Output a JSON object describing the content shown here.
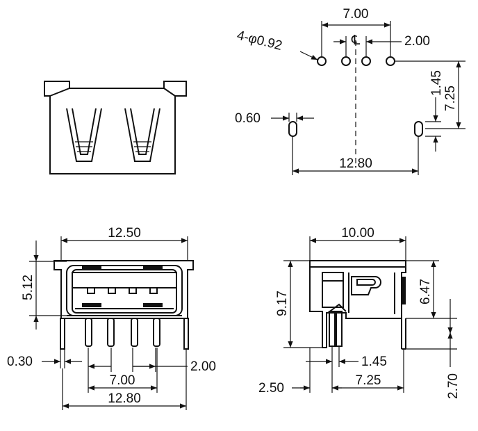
{
  "top_view": {
    "hole_note": "4-φ0.92",
    "dim_pitch_outer": "7.00",
    "dim_pitch_inner": "2.00",
    "dim_row_offset": "1.45",
    "dim_total_offset": "7.25",
    "dim_slot_width": "0.60",
    "dim_slot_span": "12.80"
  },
  "front_view": {
    "dim_shell_width": "12.50",
    "dim_opening_height": "5.12",
    "dim_pin_width": "0.30",
    "dim_pin_pitch": "2.00",
    "dim_outer_pins": "7.00",
    "dim_leg_span": "12.80"
  },
  "side_view": {
    "dim_body_length": "10.00",
    "dim_total_height": "9.17",
    "dim_upper_height": "6.47",
    "dim_pin_offset": "1.45",
    "dim_front_offset": "2.50",
    "dim_leg_offset": "7.25",
    "dim_leg_length": "2.70"
  }
}
